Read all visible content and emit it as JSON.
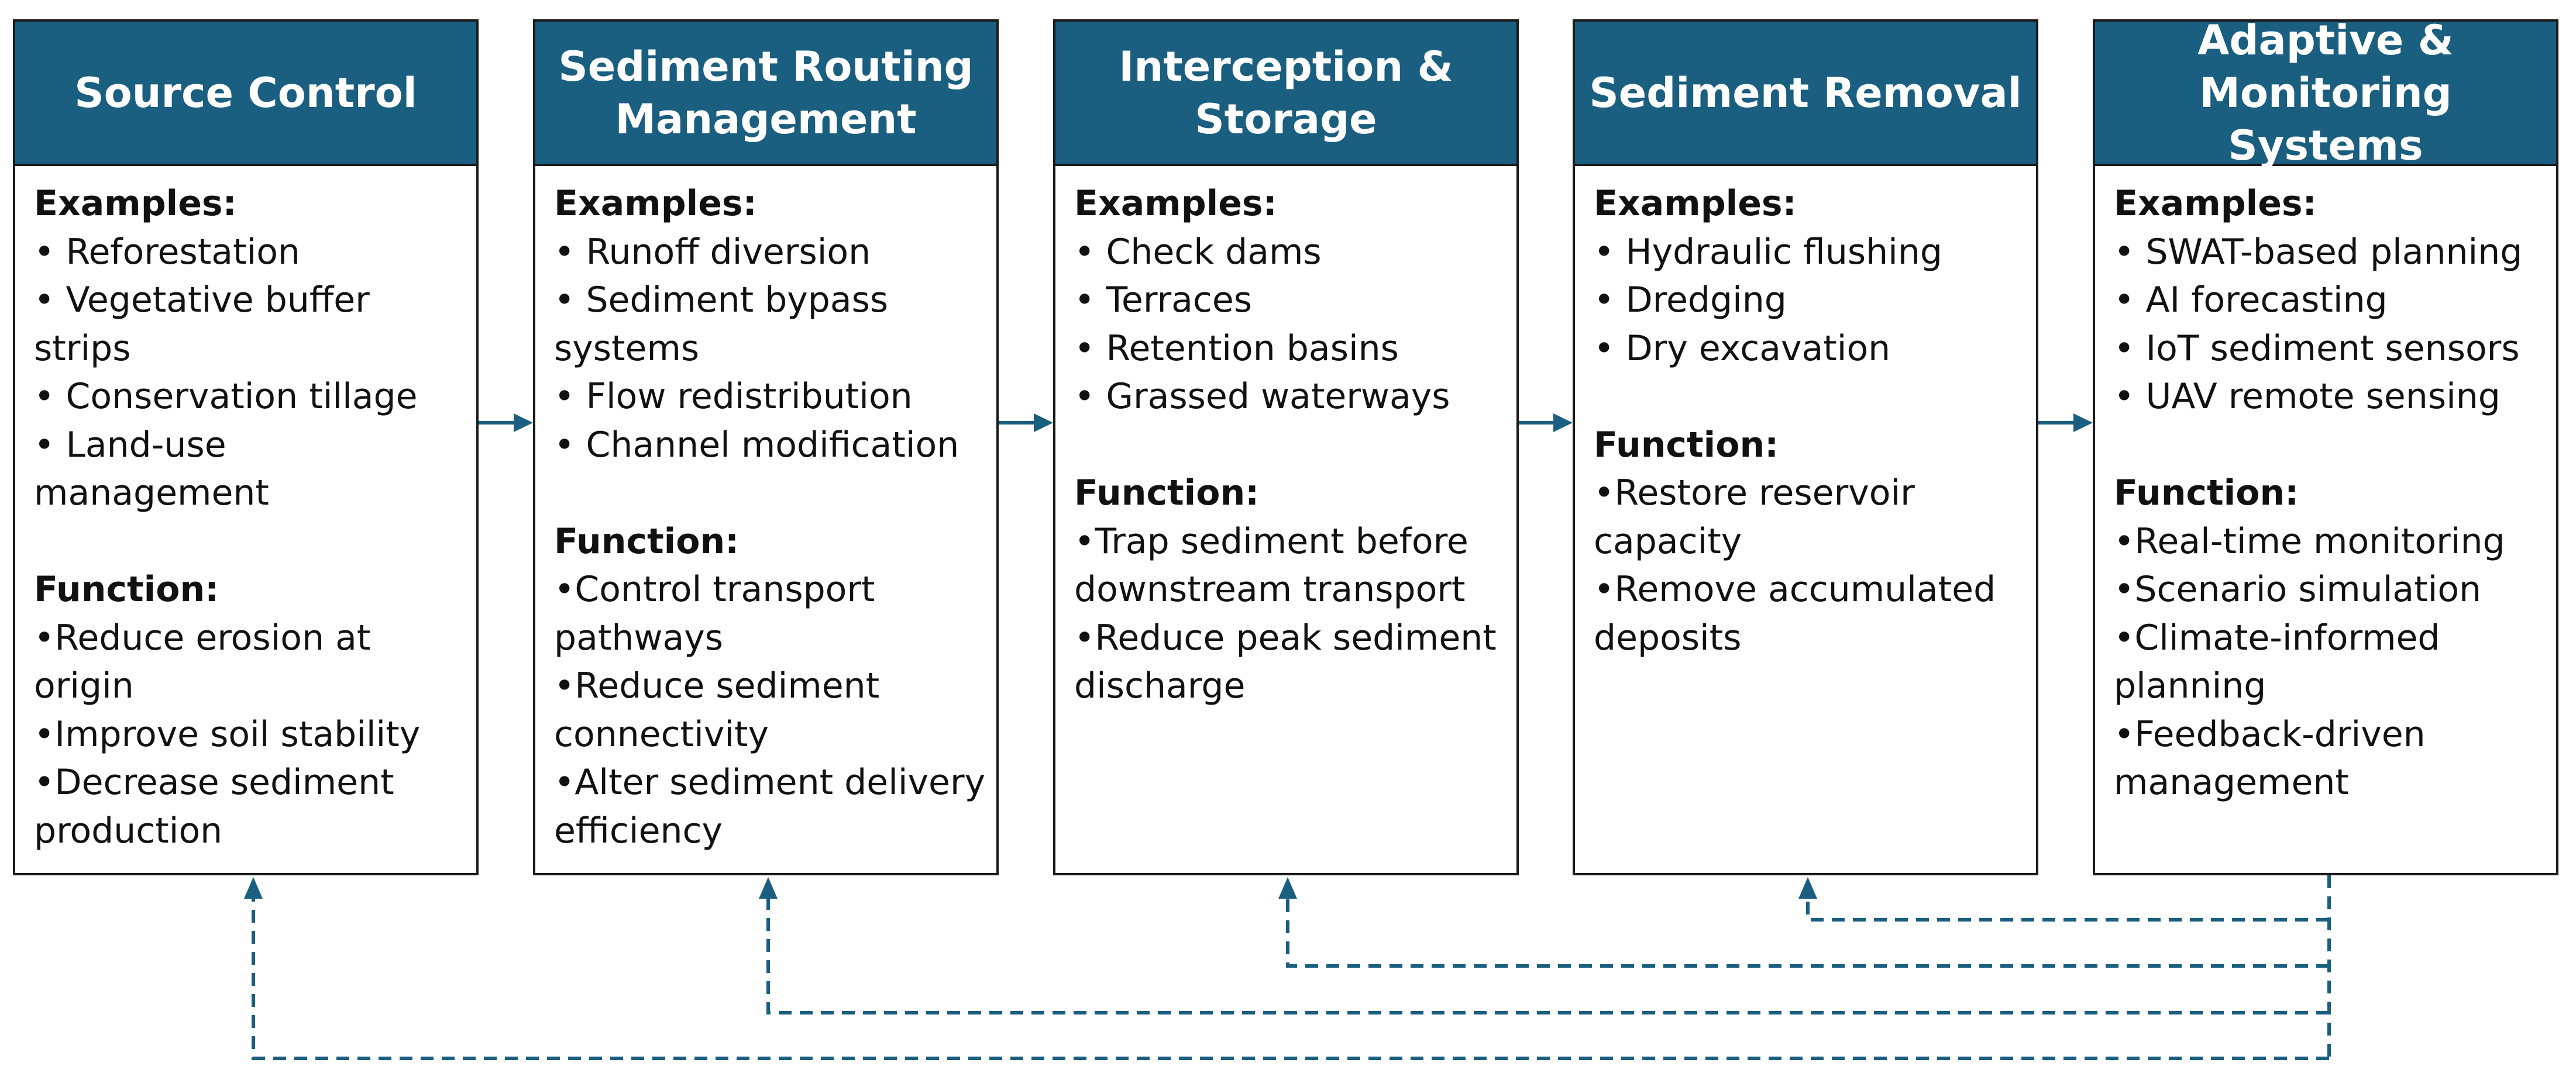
{
  "colors": {
    "header": "#1a5e80",
    "arrow": "#1a5e80",
    "border": "#1b1b1b",
    "text": "#111111"
  },
  "panels": [
    {
      "title": "Source Control",
      "examples_heading": "Examples:",
      "examples": [
        "• Reforestation",
        "• Vegetative buffer strips",
        "• Conservation tillage",
        "• Land-use",
        "management"
      ],
      "function_heading": "Function:",
      "functions": [
        "•Reduce erosion at",
        "origin",
        "•Improve soil stability",
        "•Decrease sediment",
        "production"
      ]
    },
    {
      "title": "Sediment Routing\nManagement",
      "examples_heading": "Examples:",
      "examples": [
        "• Runoff diversion",
        "• Sediment bypass",
        "systems",
        "• Flow redistribution",
        "• Channel modification"
      ],
      "function_heading": "Function:",
      "functions": [
        "•Control transport",
        "pathways",
        "•Reduce sediment",
        "connectivity",
        "•Alter sediment delivery",
        "efficiency"
      ]
    },
    {
      "title": "Interception &\nStorage",
      "examples_heading": "Examples:",
      "examples": [
        "• Check dams",
        "• Terraces",
        "• Retention basins",
        "• Grassed waterways"
      ],
      "function_heading": "Function:",
      "functions": [
        "•Trap sediment before",
        "downstream transport",
        "•Reduce peak sediment",
        "discharge"
      ]
    },
    {
      "title": "Sediment Removal",
      "examples_heading": "Examples:",
      "examples": [
        "• Hydraulic flushing",
        "• Dredging",
        "• Dry excavation"
      ],
      "function_heading": "Function:",
      "functions": [
        "•Restore reservoir",
        "capacity",
        "•Remove accumulated",
        "deposits"
      ]
    },
    {
      "title": "Adaptive &\nMonitoring Systems",
      "examples_heading": "Examples:",
      "examples": [
        "• SWAT-based planning",
        "• AI forecasting",
        "• IoT sediment sensors",
        "• UAV remote sensing"
      ],
      "function_heading": "Function:",
      "functions": [
        "•Real-time monitoring",
        "•Scenario simulation",
        "•Climate-informed",
        "planning",
        "•Feedback-driven",
        "management"
      ]
    }
  ]
}
